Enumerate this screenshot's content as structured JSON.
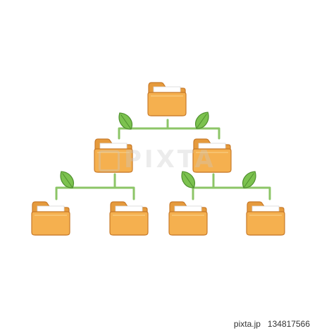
{
  "watermark": {
    "text": "PIXTA"
  },
  "footer": {
    "site": "pixta.jp",
    "image_id": "134817566"
  },
  "colors": {
    "folder_front": "#F5B04F",
    "folder_back": "#E59A3C",
    "folder_edge": "#C87A2A",
    "paper": "#FFFFFF",
    "line": "#8CC567",
    "leaf": "#7CC24F",
    "leaf_dark": "#4F8F2E",
    "background": "#FFFFFF"
  },
  "icons": [
    "folder-icon",
    "leaf-icon"
  ]
}
